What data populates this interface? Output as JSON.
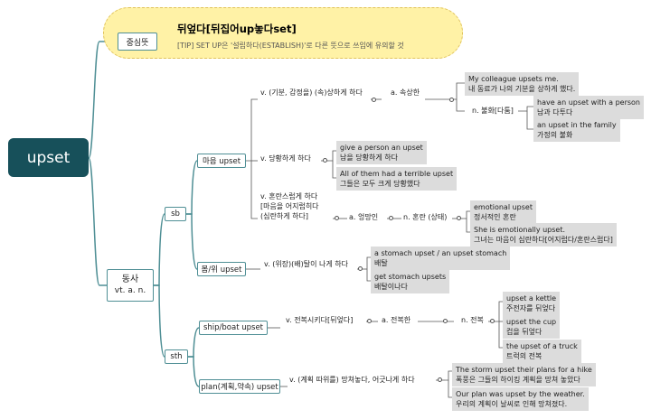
{
  "root": "upset",
  "core": {
    "label": "중심뜻",
    "title": "뒤엎다[뒤집어up놓다set]",
    "tip": "[TIP] SET UP은 '설립하다(ESTABLISH)'로 다른 뜻으로 쓰임에 유의할 것"
  },
  "pos": {
    "label": "동사",
    "sub": "vt. a. n."
  },
  "sb": {
    "label": "sb",
    "mind": {
      "label": "마음 upset",
      "sense1": "v. (기분, 감정을) (속)상하게 하다",
      "adj1": "a. 속상한",
      "ex1": [
        "My colleague upsets me.",
        "내 동료가 나의 기분을 상하게 했다."
      ],
      "noun1": "n. 불화[다툼]",
      "ex2": [
        "have an upset with a person",
        "남과 다투다"
      ],
      "ex3": [
        "an upset in the family",
        "가정의 불화"
      ],
      "sense2": "v. 당황하게 하다",
      "ex4": [
        "give a person an upset",
        "남을 당황하게 하다"
      ],
      "ex5": [
        "All of them had a terrible upset",
        "그들은 모두 크게 당황했다"
      ],
      "sense3": [
        "v. 혼란스럽게 하다",
        "[마음을 어지럽히다",
        "(심란하게 하다]"
      ],
      "adj3": "a. 엉망인",
      "noun3": "n. 혼란 (상태)",
      "ex6": [
        "emotional upset",
        "정서적인 혼란"
      ],
      "ex7": [
        "She is emotionally upset.",
        "그녀는 마음이 심란하다[어지럽다/혼란스럽다]"
      ]
    },
    "stomach": {
      "label": "몸/위 upset",
      "sense": "v. (위장)(배)탈이 나게 하다",
      "ex1": [
        "a stomach upset / an upset stomach",
        "배탈"
      ],
      "ex2": [
        "get stomach upsets",
        "배탈이나다"
      ]
    }
  },
  "sth": {
    "label": "sth",
    "ship": {
      "label": "ship/boat upset",
      "sense": "v. 전복시키다[뒤엎다]",
      "adj": "a. 전복한",
      "noun": "n. 전복",
      "ex1": [
        "upset a kettle",
        "주전자를 뒤엎다"
      ],
      "ex2": [
        "upset the cup",
        "컵을 뒤엎다"
      ],
      "ex3": [
        "the upset of a truck",
        "트럭의 전복"
      ]
    },
    "plan": {
      "label": "plan(계획,약속) upset",
      "sense": "v. (계획 따위를) 망쳐놓다, 어긋나게 하다",
      "ex1": [
        "The storm upset their plans for a hike",
        "폭풍은 그들의 하이킹 계획을 망쳐 놓았다"
      ],
      "ex2": [
        "Our plan was upset by the weather.",
        "우리의 계획이 날씨로 인해 망쳐졌다."
      ]
    }
  },
  "colors": {
    "root": "#17505a",
    "line": "#4f8f95",
    "cloud": "#fff2a6",
    "example": "#dcdcdc"
  }
}
